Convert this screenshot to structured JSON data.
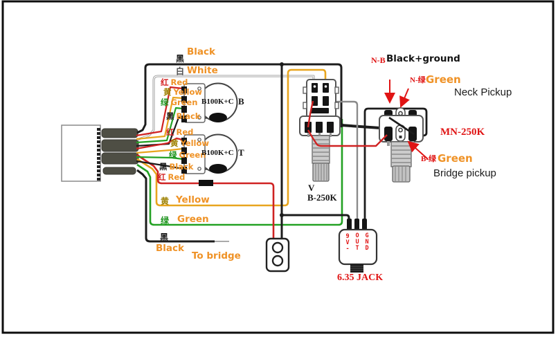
{
  "colors": {
    "label_orange": "#ef9226",
    "wire_red": "#cf2222",
    "wire_yellow": "#e8a51e",
    "wire_green": "#23a123",
    "wire_black": "#1c1c1c",
    "wire_white": "#9a9a9a",
    "annotation_red": "#e01414",
    "cable_gray": "#4e4e44"
  },
  "wire_words": {
    "red_zh": "红",
    "red_en": "Red",
    "yellow_zh": "黄",
    "yellow_en": "Yellow",
    "green_zh": "绿",
    "green_en": "Green",
    "black_zh": "黑",
    "black_en": "Black",
    "white_zh": "白",
    "white_en": "White"
  },
  "components": {
    "pot_b": {
      "label": "B100K+C",
      "tag": "B"
    },
    "pot_t": {
      "label": "B100K+C",
      "tag": "T"
    },
    "volume_pot": {
      "arrow": "V",
      "label": "B-250K"
    },
    "blend_pot": {
      "label": "MN-250K"
    },
    "jack": {
      "label": "6.35 JACK",
      "pin1": "9V-",
      "pin2": "OUT",
      "pin3": "GND"
    }
  },
  "callouts": {
    "nb_prefix": "N-B",
    "nb_text": "Black+ground",
    "neck_green_prefix": "N-绿",
    "neck_green": "Green",
    "neck_pickup": "Neck Pickup",
    "bridge_green_prefix": "B-绿",
    "bridge_green": "Green",
    "bridge_pickup": "Bridge pickup",
    "to_bridge": "To bridge"
  }
}
